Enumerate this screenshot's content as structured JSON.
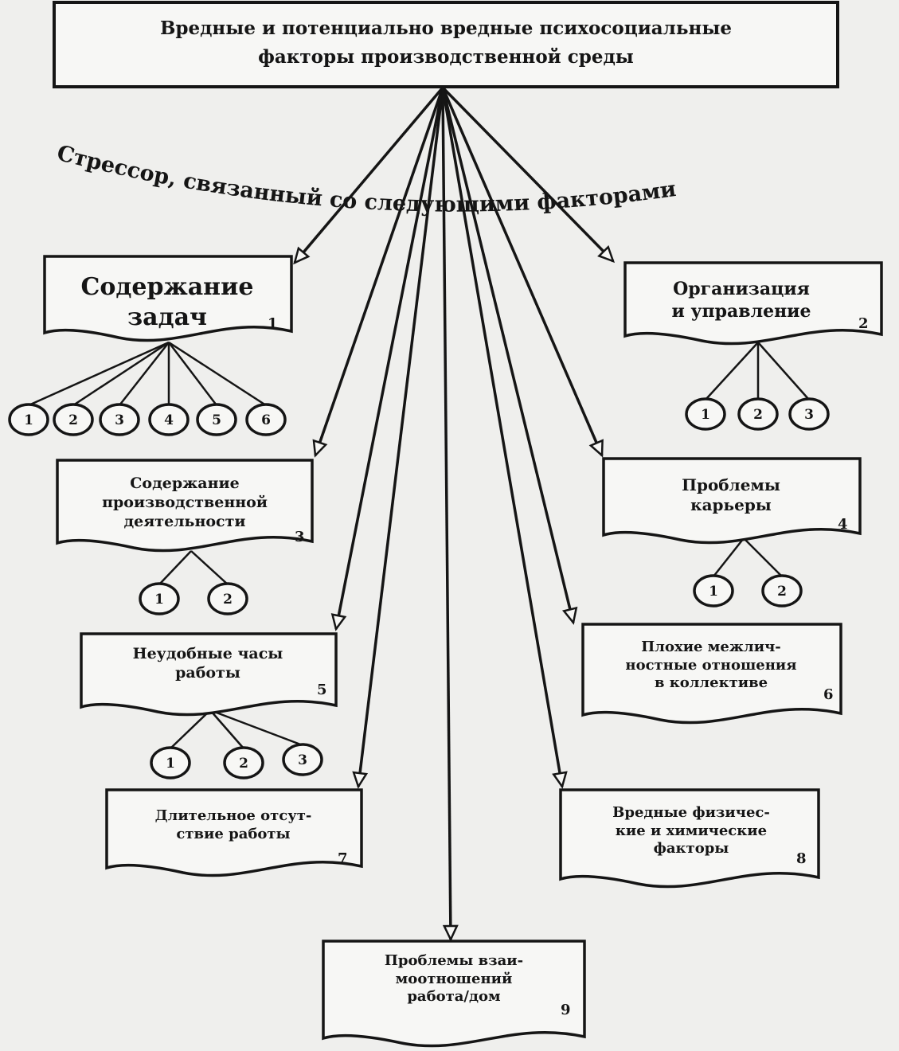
{
  "title": {
    "line1": "Вредные и потенциально вредные психосоциальные",
    "line2": "факторы производственной среды"
  },
  "caption": "Стрессор, связанный со следующими факторами",
  "boxes": [
    {
      "id": "b1",
      "label": "Содержание\nзадач",
      "number": "1",
      "circles": [
        "1",
        "2",
        "3",
        "4",
        "5",
        "6"
      ]
    },
    {
      "id": "b2",
      "label": "Организация\nи управление",
      "number": "2",
      "circles": [
        "1",
        "2",
        "3"
      ]
    },
    {
      "id": "b3",
      "label": "Содержание\nпроизводственной\nдеятельности",
      "number": "3",
      "circles": [
        "1",
        "2"
      ]
    },
    {
      "id": "b4",
      "label": "Проблемы\nкарьеры",
      "number": "4",
      "circles": [
        "1",
        "2"
      ]
    },
    {
      "id": "b5",
      "label": "Неудобные часы\nработы",
      "number": "5",
      "circles": [
        "1",
        "2",
        "3"
      ]
    },
    {
      "id": "b6",
      "label": "Плохие межлич-\nностные отношения\nв коллективе",
      "number": "6",
      "circles": []
    },
    {
      "id": "b7",
      "label": "Длительное отсут-\nствие работы",
      "number": "7",
      "circles": []
    },
    {
      "id": "b8",
      "label": "Вредные физичес-\nкие и химические\nфакторы",
      "number": "8",
      "circles": []
    },
    {
      "id": "b9",
      "label": "Проблемы взаи-\nмоотношений\nработа/дом",
      "number": "9",
      "circles": []
    }
  ],
  "colors": {
    "ink": "#151515",
    "paper": "#efefed",
    "box": "#f7f7f5"
  }
}
